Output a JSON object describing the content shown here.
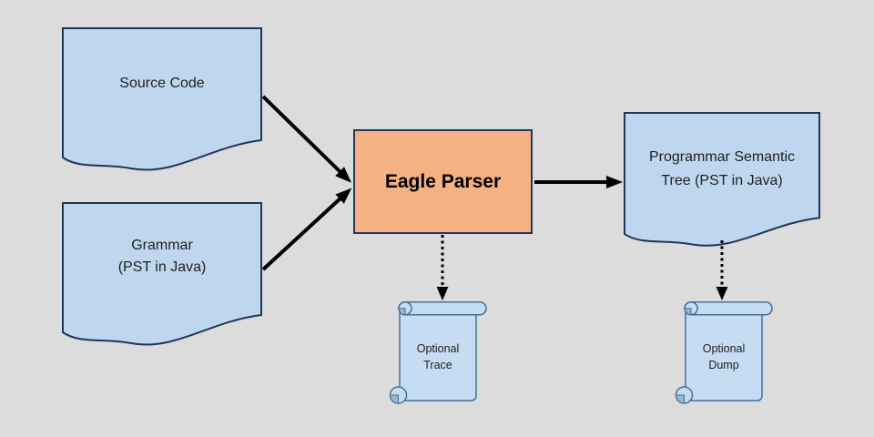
{
  "diagram": {
    "type": "flowchart",
    "background": "#dcdcdc"
  },
  "colors": {
    "background": "#dcdcdc",
    "doc_fill": "#bfd7ee",
    "doc_border": "#22365a",
    "parser_fill": "#f4b183",
    "parser_border": "#22365a",
    "scroll_fill": "#c6dcf2",
    "scroll_border": "#41719c",
    "scroll_shade": "#9db3cb",
    "arrow": "#000000",
    "text": "#1f1f1f"
  },
  "nodes": {
    "source_code": {
      "shape": "document",
      "label": "Source Code"
    },
    "grammar": {
      "shape": "document",
      "line1": "Grammar",
      "line2": "(PST in Java)"
    },
    "eagle_parser": {
      "shape": "rectangle",
      "label": "Eagle Parser"
    },
    "pst": {
      "shape": "document",
      "line1": "Programmar Semantic",
      "line2": "Tree (PST in Java)"
    },
    "optional_trace": {
      "shape": "vertical-scroll",
      "line1": "Optional",
      "line2": "Trace"
    },
    "optional_dump": {
      "shape": "vertical-scroll",
      "line1": "Optional",
      "line2": "Dump"
    }
  },
  "edges": [
    {
      "from": "source_code",
      "to": "eagle_parser",
      "style": "solid-arrow"
    },
    {
      "from": "grammar",
      "to": "eagle_parser",
      "style": "solid-arrow"
    },
    {
      "from": "eagle_parser",
      "to": "pst",
      "style": "solid-arrow"
    },
    {
      "from": "eagle_parser",
      "to": "optional_trace",
      "style": "dotted-arrow"
    },
    {
      "from": "pst",
      "to": "optional_dump",
      "style": "dotted-arrow"
    }
  ]
}
